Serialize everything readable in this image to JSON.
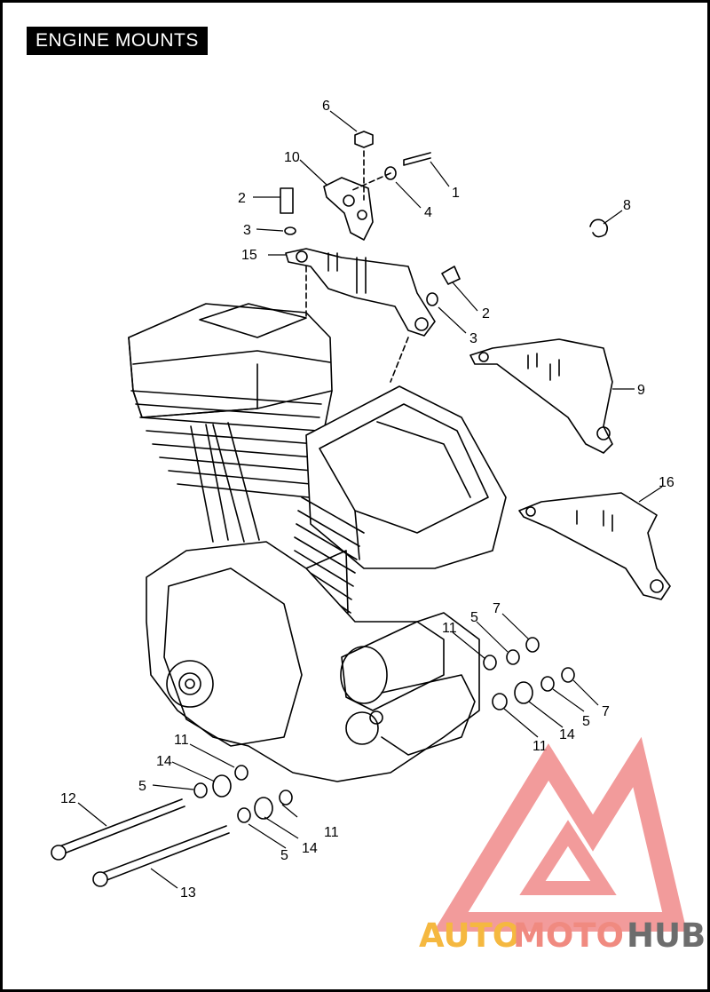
{
  "header": {
    "title": "ENGINE MOUNTS"
  },
  "callouts": [
    "1",
    "2",
    "2",
    "3",
    "3",
    "4",
    "5",
    "5",
    "5",
    "5",
    "6",
    "7",
    "7",
    "8",
    "9",
    "10",
    "11",
    "11",
    "11",
    "11",
    "12",
    "13",
    "14",
    "14",
    "14",
    "15",
    "16"
  ],
  "watermark": {
    "text_a": "AUTO",
    "text_b": "MOTO",
    "text_c": "HUB",
    "color_a": "#f5b840",
    "color_b": "#f08a80",
    "color_c": "#6d6d6d",
    "logo_color": "#f08a8a"
  }
}
